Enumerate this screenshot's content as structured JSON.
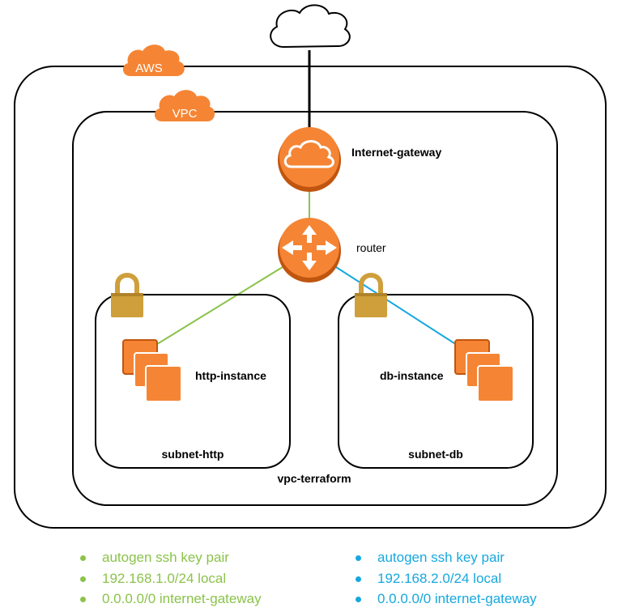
{
  "colors": {
    "orange": "#f58534",
    "orange_dark": "#c0550f",
    "lock_gold": "#cf9f3b",
    "http_green": "#8bc34a",
    "db_blue": "#16a8df",
    "border": "#000000"
  },
  "aws": {
    "tag": "AWS"
  },
  "vpc": {
    "tag": "VPC",
    "name": "vpc-terraform"
  },
  "internet": {
    "icon": "cloud-icon"
  },
  "gateway": {
    "label": "Internet-gateway",
    "icon": "cloud-icon"
  },
  "router": {
    "label": "router",
    "icon": "router-arrows-icon"
  },
  "subnet_http": {
    "name": "subnet-http",
    "instance": "http-instance",
    "lock_icon": "padlock-icon"
  },
  "subnet_db": {
    "name": "subnet-db",
    "instance": "db-instance",
    "lock_icon": "padlock-icon"
  },
  "legend_http": {
    "items": [
      "autogen ssh key pair",
      "192.168.1.0/24 local",
      "0.0.0.0/0 internet-gateway"
    ]
  },
  "legend_db": {
    "items": [
      "autogen ssh key pair",
      "192.168.2.0/24 local",
      "0.0.0.0/0 internet-gateway"
    ]
  }
}
